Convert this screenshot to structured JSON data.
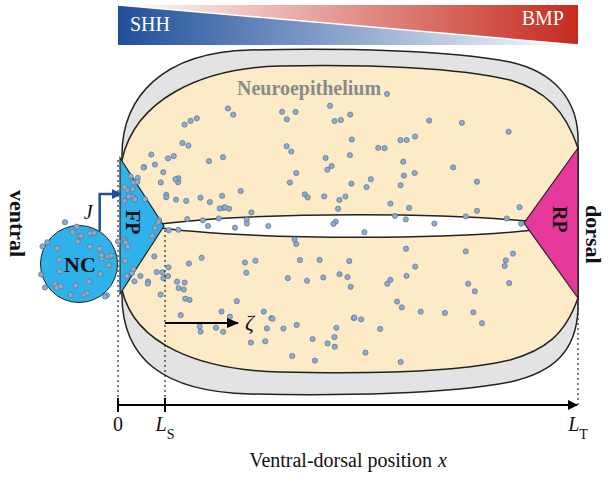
{
  "diagram": {
    "nodes": [
      {
        "text": [
          "SHH",
          "BMP"
        ]
      },
      {
        "text": [
          "NC"
        ]
      },
      {
        "text": [
          "Neuroepithelium"
        ]
      },
      {
        "text": [
          "FP"
        ],
        "in": 2
      },
      {
        "text": [
          "RP"
        ],
        "in": 2
      }
    ],
    "edges": [
      {
        "from": 1,
        "to": 3,
        "arrow": "to",
        "label": "J"
      }
    ],
    "labels": [
      "ventral",
      "dorsal",
      "ζ",
      "0",
      "L",
      "S",
      "L",
      "T",
      "Ventral-dorsal position",
      "x"
    ]
  }
}
